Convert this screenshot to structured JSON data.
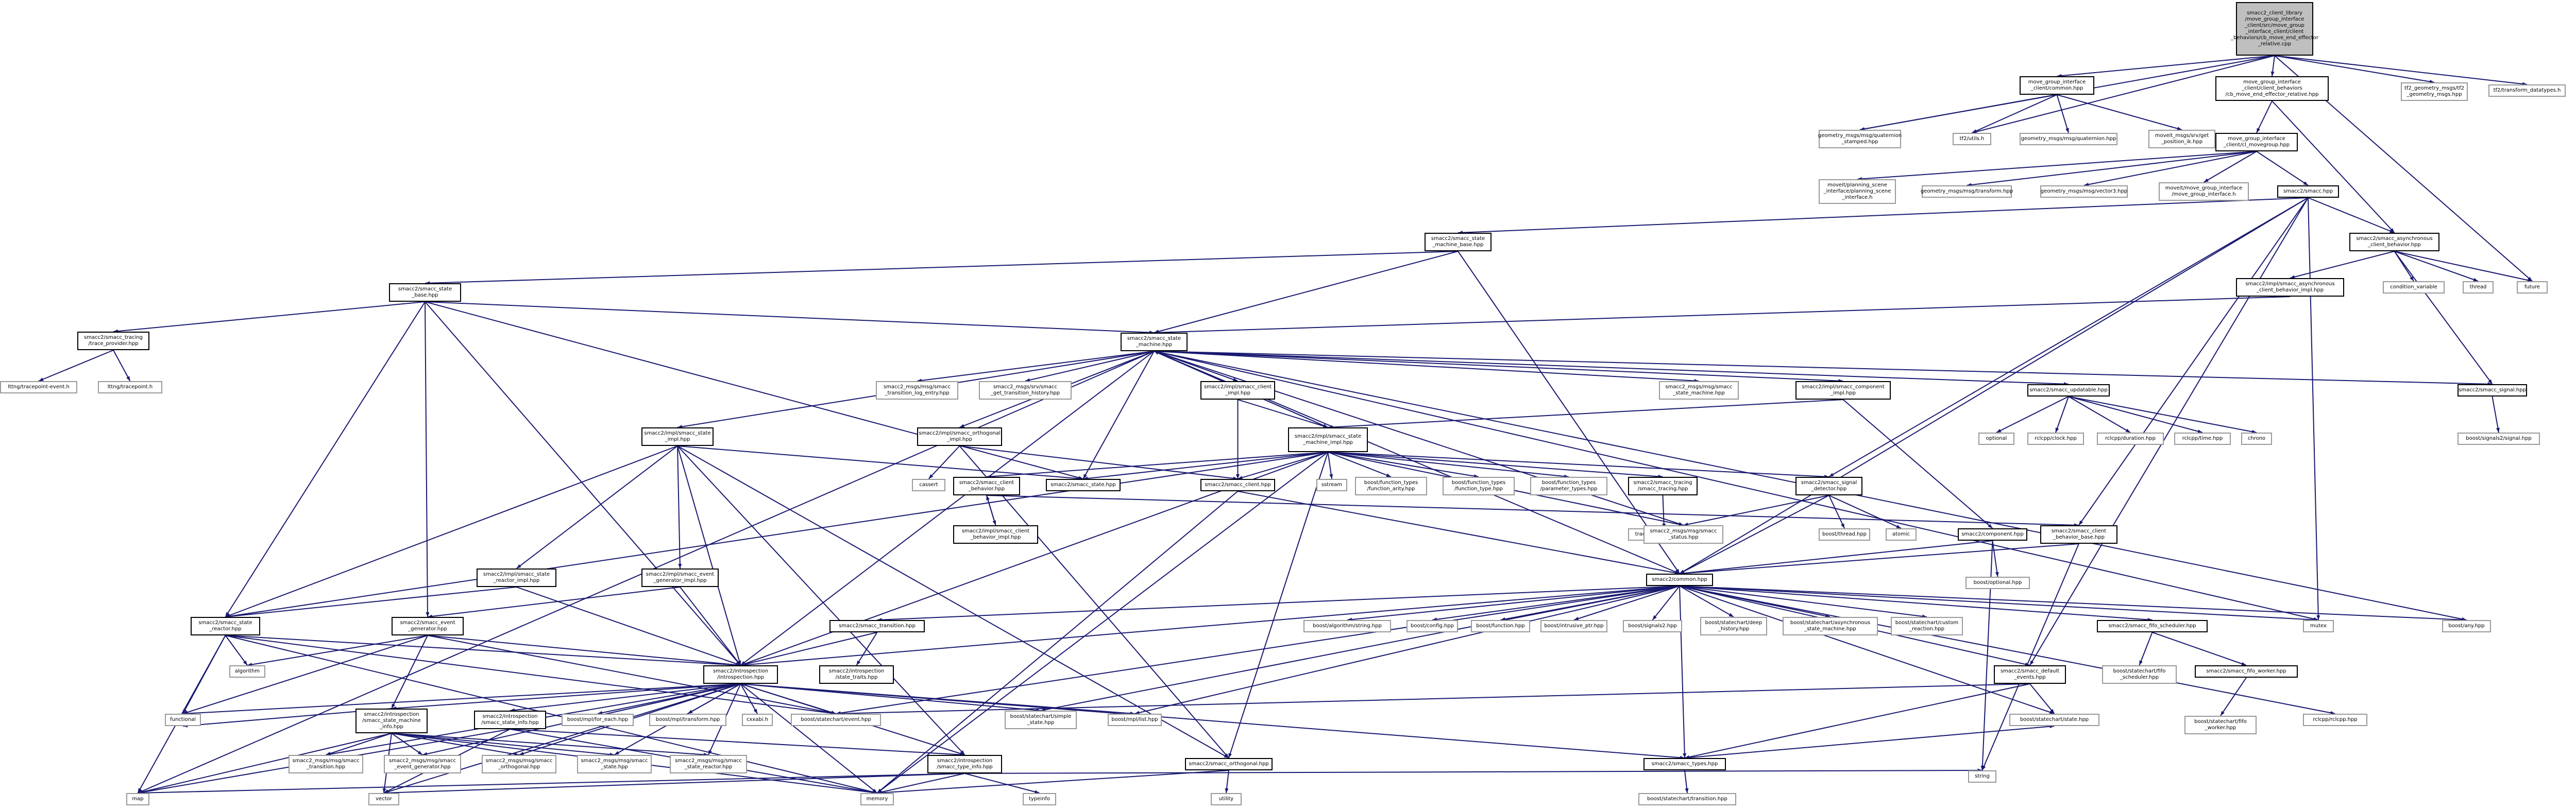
{
  "colors": {
    "edge": "#191970",
    "root_fill": "#bfbfbf",
    "linked_border": "#000000",
    "unlinked_border": "#999999"
  },
  "nodes": {
    "root": "smacc2_client_library\n/move_group_interface\n_client/src/move_group\n_interface_client/client\n_behaviors/cb_move_end_effector\n_relative.cpp",
    "mgi_common": "move_group_interface\n_client/common.hpp",
    "cb_meer_hpp": "move_group_interface\n_client/client_behaviors\n/cb_move_end_effector_relative.hpp",
    "tf2_geom": "tf2_geometry_msgs/tf2\n_geometry_msgs.hpp",
    "tf2_datatypes": "tf2/transform_datatypes.h",
    "pose_stamped": "geometry_msgs/msg/quaternion\n_stamped.hpp",
    "tf2_utils": "tf2/utils.h",
    "quaternion": "geometry_msgs/msg/quaternion.hpp",
    "get_pos_ik": "moveit_msgs/srv/get\n_position_ik.hpp",
    "cl_movegroup": "move_group_interface\n_client/cl_movegroup.hpp",
    "planning_scene": "moveit/planning_scene\n_interface/planning_scene\n_interface.h",
    "transform": "geometry_msgs/msg/transform.hpp",
    "vector3": "geometry_msgs/msg/vector3.hpp",
    "mgi_h": "moveit/move_group_interface\n/move_group_interface.h",
    "smacc_hpp": "smacc2/smacc.hpp",
    "sm_base": "smacc2/smacc_state\n_machine_base.hpp",
    "async_cb": "smacc2/smacc_asynchronous\n_client_behavior.hpp",
    "async_cb_impl": "smacc2/impl/smacc_asynchronous\n_client_behavior_impl.hpp",
    "cond_var": "condition_variable",
    "thread": "thread",
    "future": "future",
    "state_base": "smacc2/smacc_state\n_base.hpp",
    "trace_provider": "smacc2/smacc_tracing\n/trace_provider.hpp",
    "lttng_event": "lttng/tracepoint-event.h",
    "lttng_tp": "lttng/tracepoint.h",
    "state_machine": "smacc2/smacc_state\n_machine.hpp",
    "trans_log": "smacc2_msgs/msg/smacc\n_transition_log_entry.hpp",
    "get_trans_hist": "smacc2_msgs/srv/smacc\n_get_transition_history.hpp",
    "client_impl": "smacc2/impl/smacc_client\n_impl.hpp",
    "sm_msg": "smacc2_msgs/msg/smacc\n_state_machine.hpp",
    "comp_impl": "smacc2/impl/smacc_component\n_impl.hpp",
    "updatable": "smacc2/smacc_updatable.hpp",
    "signal_hpp": "smacc2/smacc_signal.hpp",
    "optional": "optional",
    "rclcpp_clock": "rclcpp/clock.hpp",
    "rclcpp_duration": "rclcpp/duration.hpp",
    "rclcpp_time": "rclcpp/time.hpp",
    "chrono": "chrono",
    "boost_signals2": "boost/signals2/signal.hpp",
    "state_impl": "smacc2/impl/smacc_state\n_impl.hpp",
    "orth_impl": "smacc2/impl/smacc_orthogonal\n_impl.hpp",
    "sm_impl": "smacc2/impl/smacc_state\n_machine_impl.hpp",
    "cassert": "cassert",
    "state_hpp": "smacc2/smacc_state.hpp",
    "cb_hpp": "smacc2/smacc_client\n_behavior.hpp",
    "cb_impl": "smacc2/impl/smacc_client\n_behavior_impl.hpp",
    "client_hpp": "smacc2/smacc_client.hpp",
    "sstream": "sstream",
    "ft_arity": "boost/function_types\n/function_arity.hpp",
    "ft_type": "boost/function_types\n/function_type.hpp",
    "ft_param": "boost/function_types\n/parameter_types.hpp",
    "tracing_hpp": "smacc2/smacc_tracing\n/smacc_tracing.hpp",
    "tracetools": "tracetools/tracetools.h",
    "status_msg": "smacc2_msgs/msg/smacc\n_status.hpp",
    "signal_detector": "smacc2/smacc_signal\n_detector.hpp",
    "boost_thread": "boost/thread.hpp",
    "atomic": "atomic",
    "component_hpp": "smacc2/component.hpp",
    "cb_base": "smacc2/smacc_client\n_behavior_base.hpp",
    "boost_optional": "boost/optional.hpp",
    "sr_impl": "smacc2/impl/smacc_state\n_reactor_impl.hpp",
    "eg_impl": "smacc2/impl/smacc_event\n_generator_impl.hpp",
    "common_hpp": "smacc2/common.hpp",
    "state_reactor": "smacc2/smacc_state\n_reactor.hpp",
    "event_gen": "smacc2/smacc_event\n_generator.hpp",
    "algorithm": "algorithm",
    "introspection": "smacc2/introspection\n/introspection.hpp",
    "smacc_transition": "smacc2/smacc_transition.hpp",
    "state_traits": "smacc2/introspection\n/state_traits.hpp",
    "algo_string": "boost/algorithm/string.hpp",
    "boost_config": "boost/config.hpp",
    "boost_function": "boost/function.hpp",
    "intrusive_ptr": "boost/intrusive_ptr.hpp",
    "signals2_hpp": "boost/signals2.hpp",
    "deep_history": "boost/statechart/deep\n_history.hpp",
    "async_sm": "boost/statechart/asynchronous\n_state_machine.hpp",
    "custom_reaction": "boost/statechart/custom\n_reaction.hpp",
    "fifo_scheduler_hpp": "smacc2/smacc_fifo_scheduler.hpp",
    "fifo_worker_hpp": "smacc2/smacc_fifo_worker.hpp",
    "sc_fifo_scheduler": "boost/statechart/fifo\n_scheduler.hpp",
    "sc_fifo_worker": "boost/statechart/fifo\n_worker.hpp",
    "mutex": "mutex",
    "boost_any": "boost/any.hpp",
    "default_events": "smacc2/smacc_default\n_events.hpp",
    "sc_state": "boost/statechart/state.hpp",
    "rclcpp": "rclcpp/rclcpp.hpp",
    "sm_info": "smacc2/introspection\n/smacc_state_machine\n_info.hpp",
    "sc_simple_state": "boost/statechart/simple\n_state.hpp",
    "sc_event": "boost/statechart/event.hpp",
    "mpl_for_each": "boost/mpl/for_each.hpp",
    "mpl_transform": "boost/mpl/transform.hpp",
    "cxxabi": "cxxabi.h",
    "mpl_list": "boost/mpl/list.hpp",
    "state_info": "smacc2/introspection\n/smacc_state_info.hpp",
    "sm_transition_msg": "smacc2_msgs/msg/smacc\n_transition.hpp",
    "sm_eg_msg": "smacc2_msgs/msg/smacc\n_event_generator.hpp",
    "sm_orth_msg": "smacc2_msgs/msg/smacc\n_orthogonal.hpp",
    "sm_state_msg": "smacc2_msgs/msg/smacc\n_state.hpp",
    "sm_sr_msg": "smacc2_msgs/msg/smacc\n_state_reactor.hpp",
    "type_info": "smacc2/introspection\n/smacc_type_info.hpp",
    "orthogonal_hpp": "smacc2/smacc_orthogonal.hpp",
    "types_hpp": "smacc2/smacc_types.hpp",
    "functional": "functional",
    "map": "map",
    "vector": "vector",
    "memory": "memory",
    "typeinfo": "typeinfo",
    "utility": "utility",
    "string": "string",
    "sc_transition": "boost/statechart/transition.hpp"
  }
}
